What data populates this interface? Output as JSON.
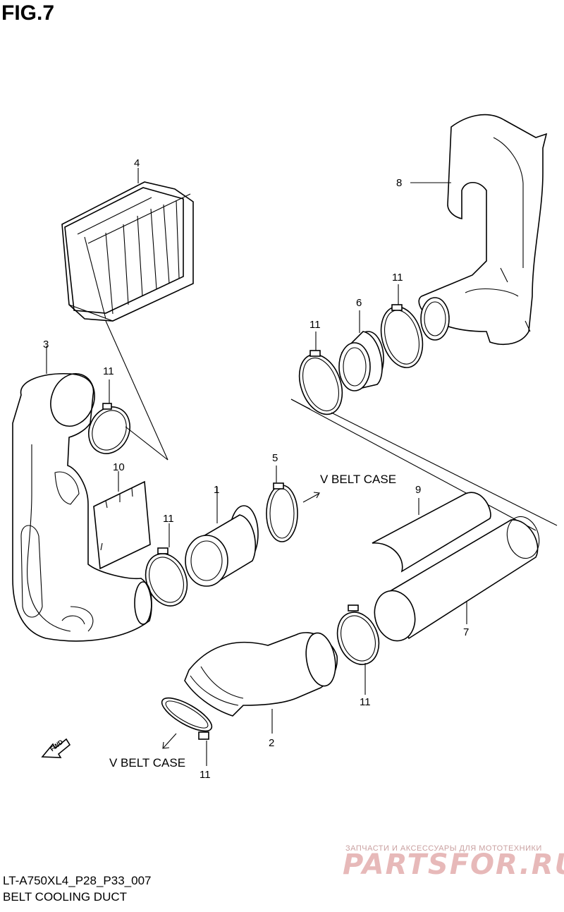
{
  "figure": {
    "title": "FIG.7",
    "code": "LT-A750XL4_P28_P33_007",
    "caption": "BELT COOLING DUCT"
  },
  "part_refs": {
    "p1": "1",
    "p2": "2",
    "p3": "3",
    "p4": "4",
    "p5": "5",
    "p6": "6",
    "p7": "7",
    "p8": "8",
    "p9": "9",
    "p10": "10",
    "p11_a": "11",
    "p11_b": "11",
    "p11_c": "11",
    "p11_d": "11",
    "p11_e": "11",
    "p11_f": "11"
  },
  "notes": {
    "vbelt_upper": "V BELT CASE",
    "vbelt_lower": "V BELT CASE",
    "fwd": "FWD"
  },
  "watermark": {
    "tagline": "ЗАПЧАСТИ И АКСЕССУАРЫ ДЛЯ МОТОТЕХНИКИ",
    "logo": "PARTSFOR.RU"
  }
}
